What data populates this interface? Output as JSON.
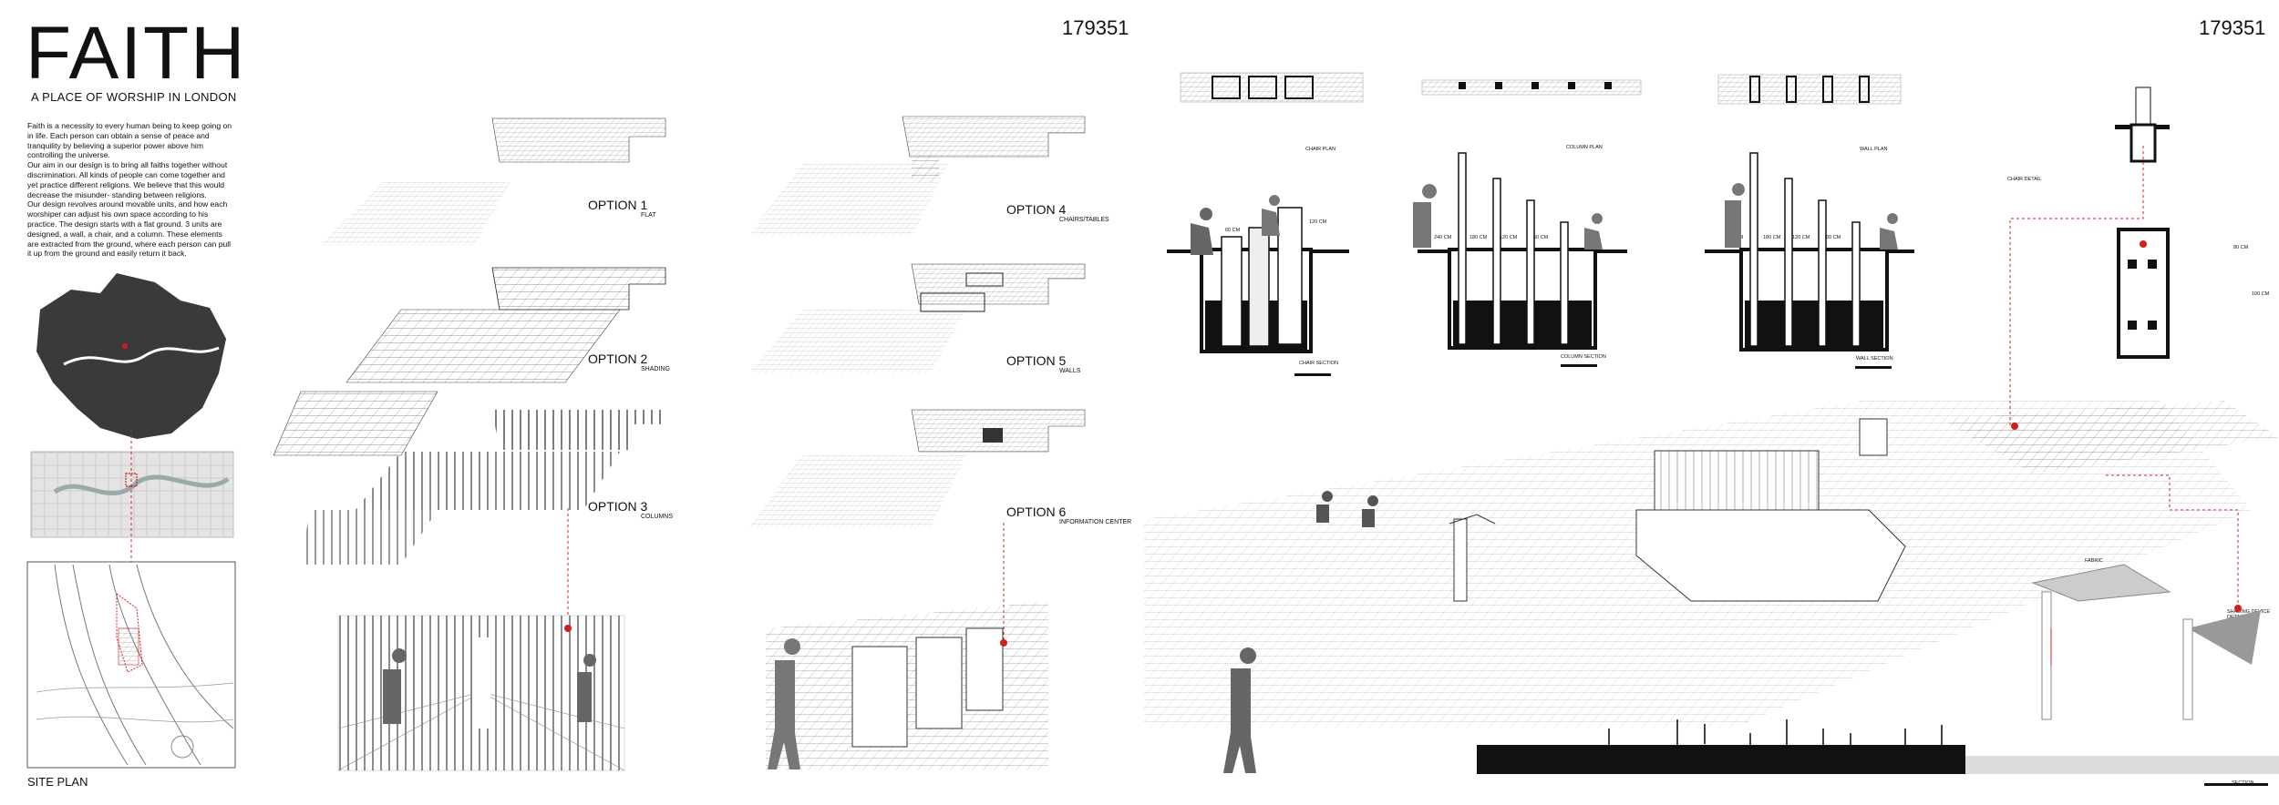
{
  "title": "FAITH",
  "subtitle": "A PLACE OF WORSHIP IN LONDON",
  "intro": "Faith is a necessity to every human being to keep going on in life. Each person can obtain a sense of peace and tranquility by believing a superior power above him controlling the universe.\nOur aim in our design is to bring all faiths together without discrimination. All kinds of people can come together and yet practice different religions. We believe that this would decrease the misunder- standing between religions.\nOur design revolves around movable units, and how each worshiper can adjust his own space according to his practice. The design starts with a flat ground. 3 units are designed, a wall, a chair, and a column. These elements are extracted from the ground, where each person can pull it up from the ground and easily return it back.",
  "site_plan_label": "SITE PLAN",
  "student_number_left": "179351",
  "student_number_right": "179351",
  "options": [
    {
      "label": "OPTION 1",
      "sub": "FLAT"
    },
    {
      "label": "OPTION 2",
      "sub": "SHADING"
    },
    {
      "label": "OPTION 3",
      "sub": "COLUMNS"
    },
    {
      "label": "OPTION 4",
      "sub": "CHAIRS/TABLES"
    },
    {
      "label": "OPTION 5",
      "sub": "WALLS"
    },
    {
      "label": "OPTION 6",
      "sub": "INFORMATION CENTER"
    }
  ],
  "details": {
    "chair_plan": "CHAIR PLAN",
    "column_plan": "COLUMN PLAN",
    "wall_plan": "WALL PLAN",
    "chair_section": "CHAIR SECTION",
    "column_section": "COLUMN SECTION",
    "wall_section": "WALL SECTION",
    "chair_detail": "CHAIR DETAIL",
    "shading_detail": "SHADING DEVICE DETAIL",
    "fabric": "FABRIC",
    "section": "SECTION",
    "dim_60": "60 CM",
    "dim_120": "120 CM",
    "dim_240": "240 CM",
    "dim_180": "180 CM",
    "dim_80": "80 CM",
    "dim_100": "100 CM"
  },
  "colors": {
    "accent": "#d11f1f",
    "ink": "#111111",
    "map": "#3a3a3a"
  }
}
